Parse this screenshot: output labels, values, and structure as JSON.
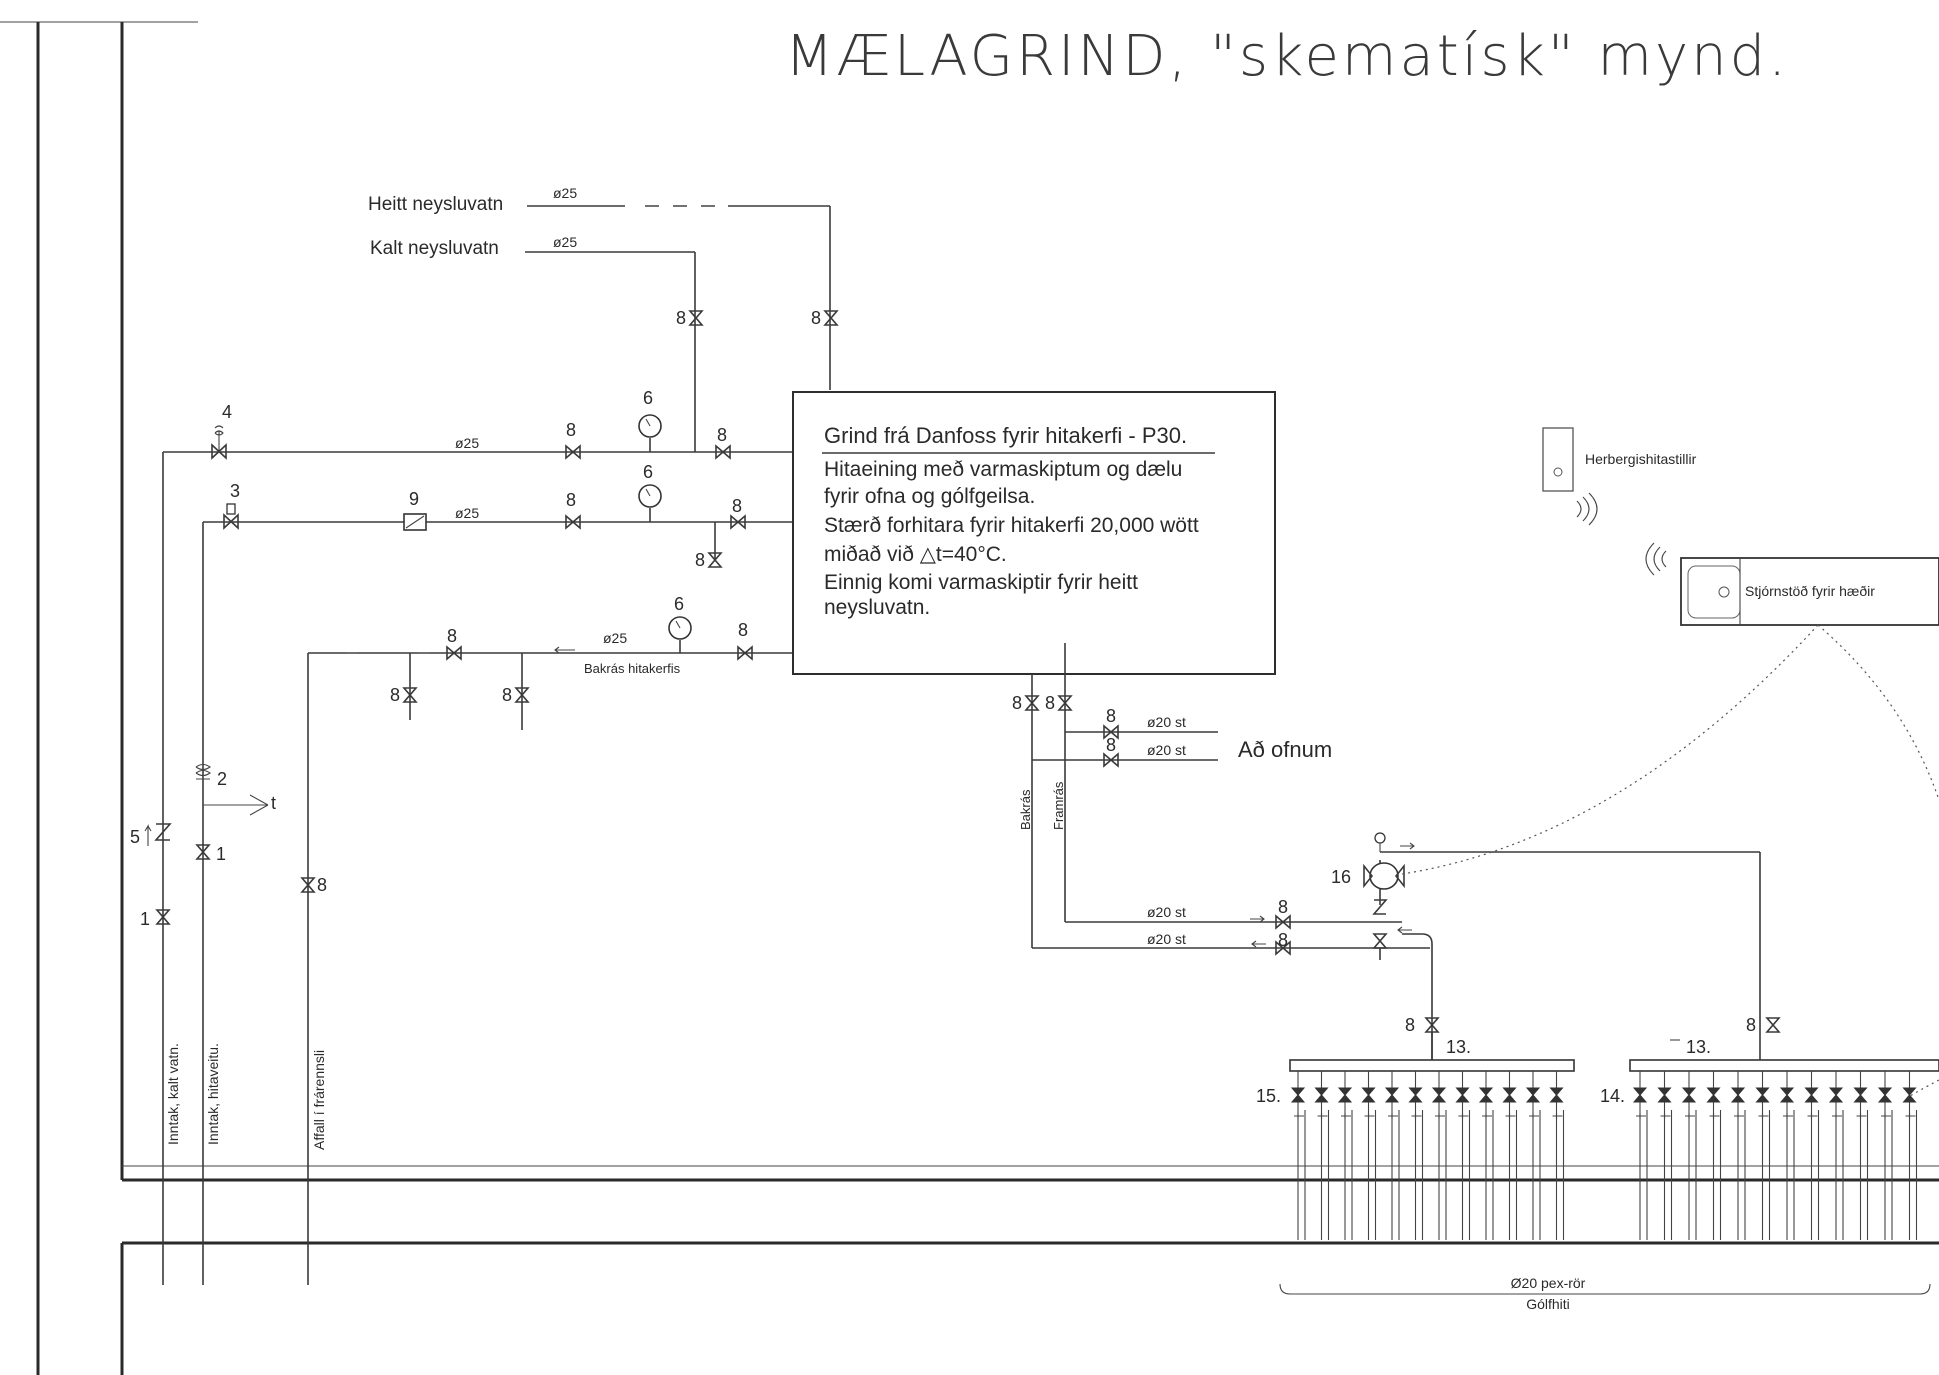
{
  "title": "MÆLAGRIND, \"skematísk\" mynd.",
  "supply_lines": {
    "hot_label": "Heitt neysluvatn",
    "cold_label": "Kalt neysluvatn",
    "hot_dim": "ø25",
    "cold_dim": "ø25"
  },
  "pipe_dims": {
    "top": "ø25",
    "middle": "ø25",
    "return": "ø25"
  },
  "return_label": "Bakrás hitakerfis",
  "main_box": {
    "title": "Grind frá Danfoss fyrir hitakerfi - P30.",
    "lines": [
      "Hitaeining með varmaskiptum og dælu",
      "fyrir ofna og gólfgeilsa.",
      "Stærð forhitara fyrir hitakerfi 20,000 wött",
      "miðað við △t=40°C.",
      "Einnig komi varmaskiptir fyrir heitt",
      "neysluvatn."
    ]
  },
  "thermostat": {
    "label": "Herbergishitastillir"
  },
  "control_unit": {
    "label": "Stjórnstöð fyrir hæðir"
  },
  "radiators": {
    "label": "Að ofnum",
    "dim1": "ø20 st",
    "dim2": "ø20 st"
  },
  "vertical_labels": {
    "bakras": "Bakrás",
    "framras": "Framrás",
    "inntak_kalt": "Inntak, kalt vatn.",
    "inntak_hita": "Inntak, hitaveitu.",
    "affall": "Affall í frárennsli"
  },
  "floor_loop": {
    "dim1": "ø20 st",
    "dim2": "ø20 st"
  },
  "manifolds": {
    "left_header": "13.",
    "right_header": "13.",
    "left_valves": "15.",
    "right_valves": "14."
  },
  "pex": {
    "label": "Ø20 pex-rör",
    "sublabel": "Gólfhiti"
  },
  "component_numbers": {
    "n1": "1",
    "n2": "2",
    "n3": "3",
    "n4": "4",
    "n5": "5",
    "n6": "6",
    "n8": "8",
    "n9": "9",
    "n16": "16",
    "t": "t"
  }
}
